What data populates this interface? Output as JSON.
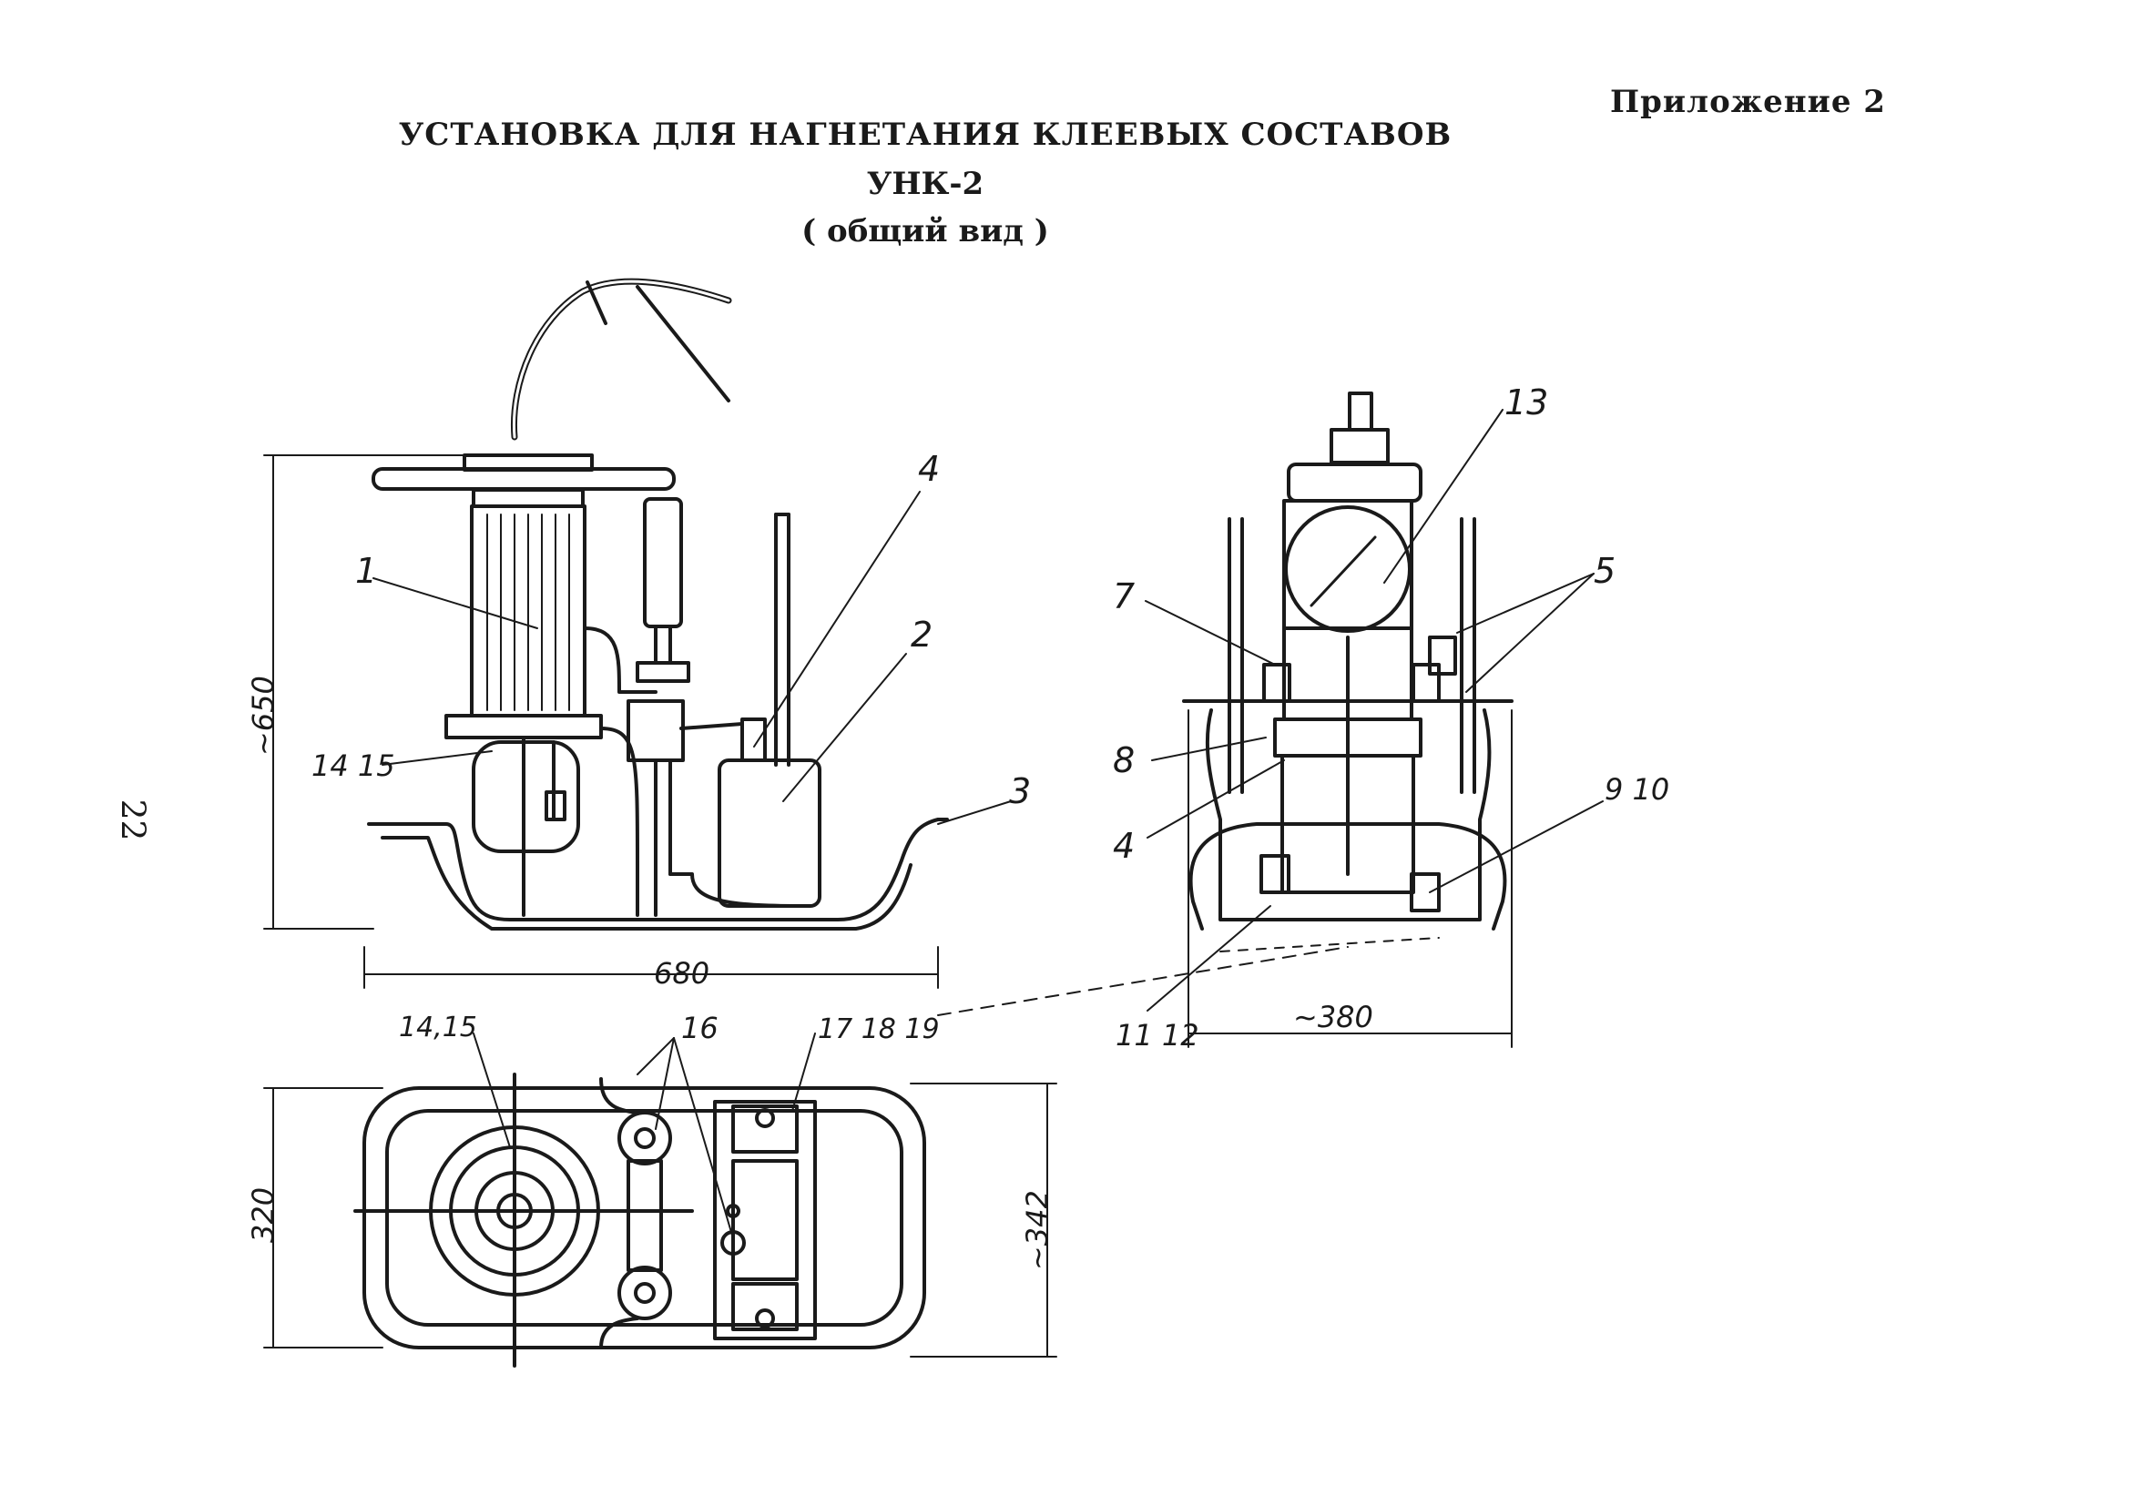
{
  "header": {
    "appendix": "Приложение 2",
    "title_line1": "УСТАНОВКА ДЛЯ НАГНЕТАНИЯ КЛЕЕВЫХ СОСТАВОВ",
    "title_line2": "УНК-2",
    "title_line3": "( общий  вид )"
  },
  "page_number": "22",
  "dimensions": {
    "height_side": "~650",
    "width_side": "680",
    "width_front": "~380",
    "depth_top_inner": "320",
    "depth_top_outer": "~342"
  },
  "callouts": {
    "c1": "1",
    "c2": "2",
    "c3": "3",
    "c4_side": "4",
    "c14_15_side": "14 15",
    "c13": "13",
    "c5": "5",
    "c7": "7",
    "c8": "8",
    "c4_front": "4",
    "c9_10": "9 10",
    "c11_12": "11 12",
    "c14_15_top": "14,15",
    "c16": "16",
    "c17_18_19": "17 18 19"
  }
}
